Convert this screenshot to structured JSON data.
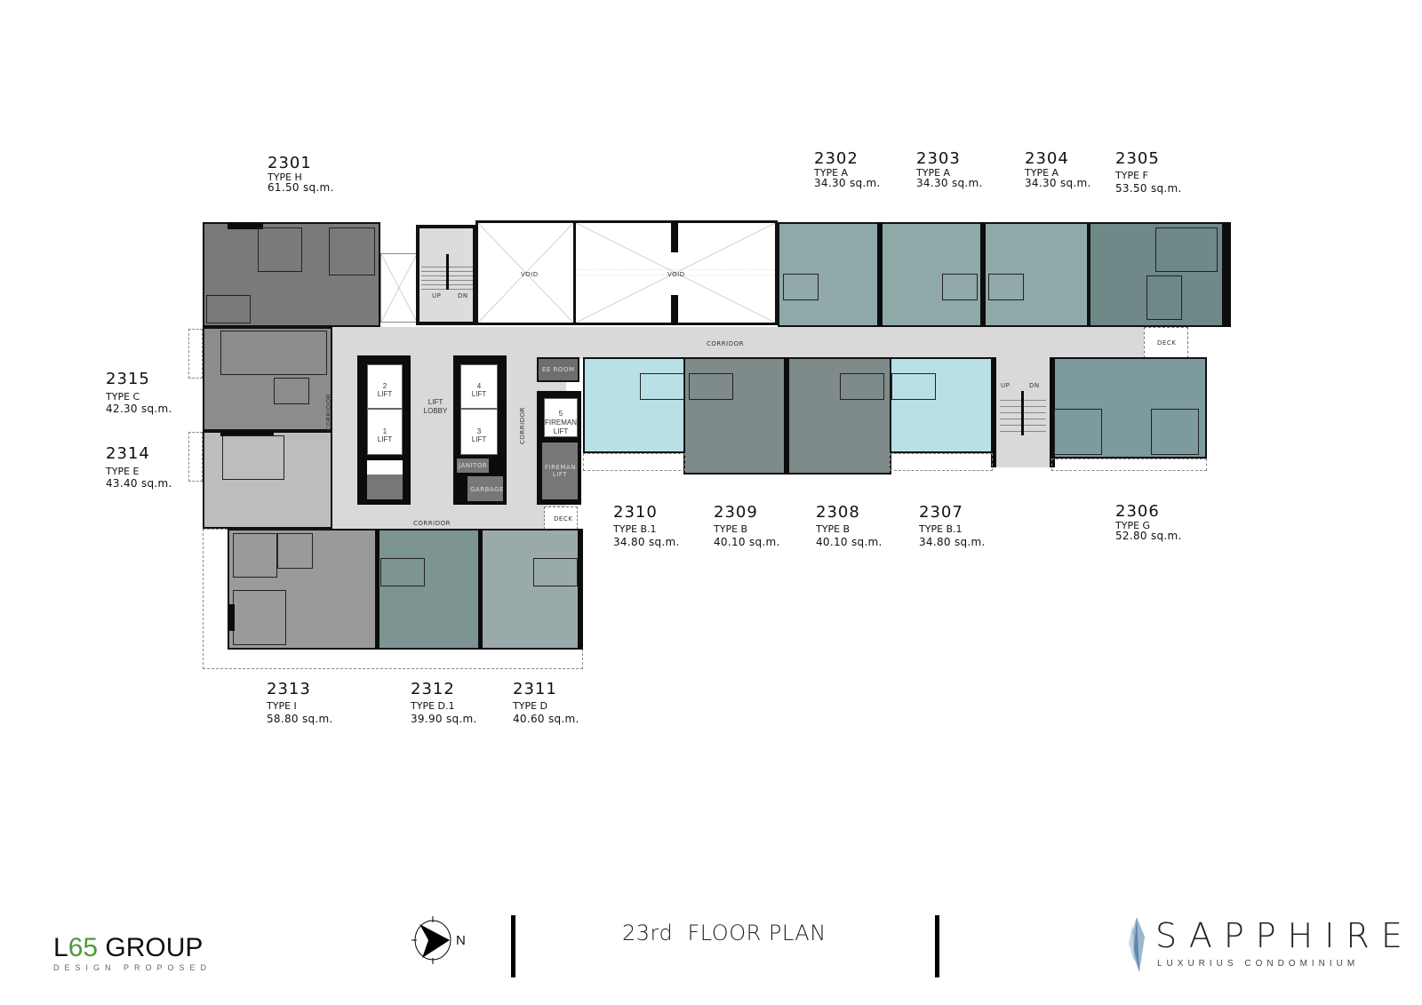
{
  "plan": {
    "title": "23rd  FLOOR PLAN",
    "north_label": "N",
    "corridor_label": "CORRIDOR",
    "lift_lobby_label": "LIFT\nLOBBY",
    "void_label": "VOID",
    "deck_label": "DECK",
    "janitor_label": "JANITOR",
    "garbage_label": "GARBAGE",
    "ee_room_label": "EE ROOM",
    "fireman_lift_label": "FIREMAN\nLIFT",
    "stair_up": "UP",
    "stair_dn": "DN",
    "lifts": [
      {
        "no": "2",
        "label": "LIFT"
      },
      {
        "no": "1",
        "label": "LIFT"
      },
      {
        "no": "4",
        "label": "LIFT"
      },
      {
        "no": "3",
        "label": "LIFT"
      },
      {
        "no": "5",
        "label": "FIREMAN LIFT"
      }
    ]
  },
  "units": [
    {
      "no": "2301",
      "type": "TYPE H",
      "area": "61.50 sq.m."
    },
    {
      "no": "2302",
      "type": "TYPE A",
      "area": "34.30 sq.m."
    },
    {
      "no": "2303",
      "type": "TYPE A",
      "area": "34.30 sq.m."
    },
    {
      "no": "2304",
      "type": "TYPE A",
      "area": "34.30 sq.m."
    },
    {
      "no": "2305",
      "type": "TYPE F",
      "area": "53.50 sq.m."
    },
    {
      "no": "2306",
      "type": "TYPE G",
      "area": "52.80 sq.m."
    },
    {
      "no": "2307",
      "type": "TYPE B.1",
      "area": "34.80 sq.m."
    },
    {
      "no": "2308",
      "type": "TYPE B",
      "area": "40.10 sq.m."
    },
    {
      "no": "2309",
      "type": "TYPE B",
      "area": "40.10 sq.m."
    },
    {
      "no": "2310",
      "type": "TYPE B.1",
      "area": "34.80 sq.m."
    },
    {
      "no": "2311",
      "type": "TYPE D",
      "area": "40.60 sq.m."
    },
    {
      "no": "2312",
      "type": "TYPE D.1",
      "area": "39.90 sq.m."
    },
    {
      "no": "2313",
      "type": "TYPE I",
      "area": "58.80 sq.m."
    },
    {
      "no": "2314",
      "type": "TYPE E",
      "area": "43.40 sq.m."
    },
    {
      "no": "2315",
      "type": "TYPE C",
      "area": "42.30 sq.m."
    }
  ],
  "colors": {
    "type_a": "#8fa8a8",
    "type_b": "#7f8a8a",
    "type_b1": "#b9e0e6",
    "type_c": "#8c8c8c",
    "type_d": "#9aa9a9",
    "type_d1": "#7c9492",
    "type_e": "#bdbdbd",
    "type_f": "#6f8888",
    "type_g": "#7d9a9e",
    "type_h": "#7a7a7a",
    "type_i": "#9a9a9a",
    "corridor": "#d9d9d9",
    "wall": "#0c0c0c",
    "brand_green": "#4f9a3a"
  },
  "footer": {
    "developer_logo_prefix": "L",
    "developer_logo_accent": "65",
    "developer_logo_suffix": " GROUP",
    "developer_tagline": "DESIGN PROPOSED",
    "brand_name": "SAPPHIRE",
    "brand_tagline": "LUXURIUS CONDOMINIUM"
  }
}
